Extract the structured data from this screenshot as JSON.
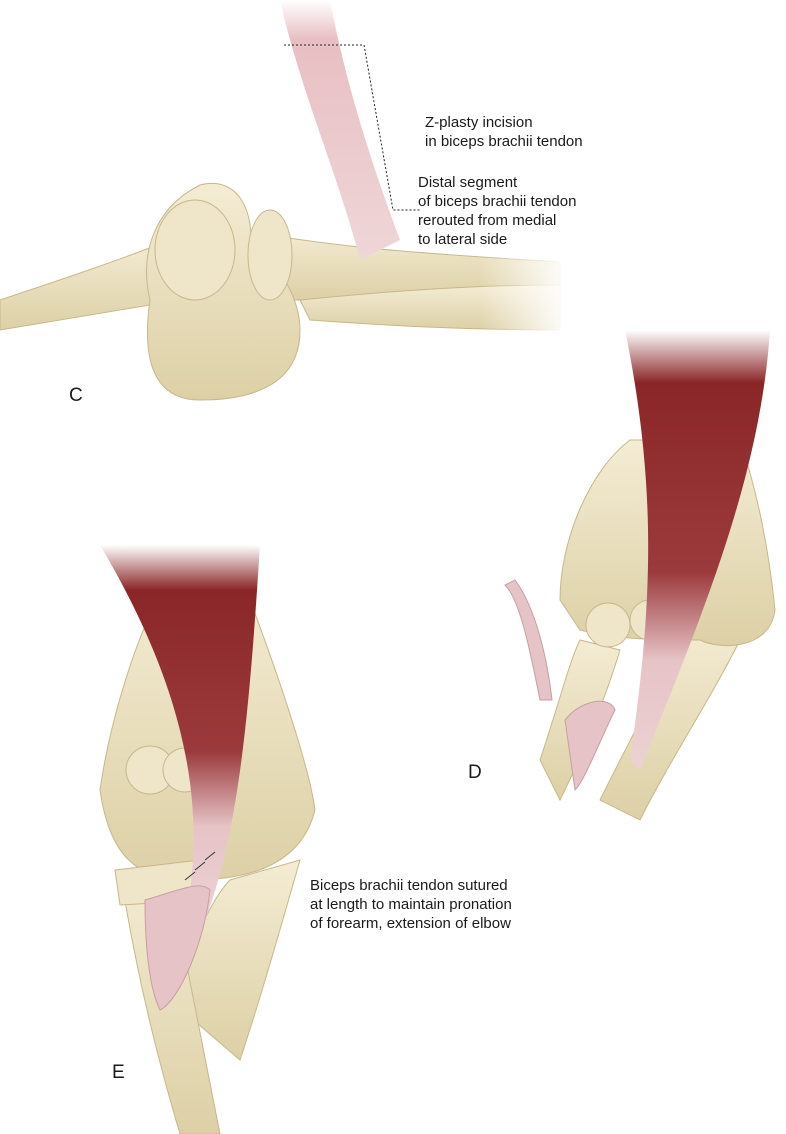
{
  "panels": {
    "c": {
      "letter": "C",
      "caption_lines": [
        "Z-plasty incision",
        "in biceps brachii tendon"
      ]
    },
    "d": {
      "letter": "D",
      "caption_lines": [
        "Distal segment",
        "of biceps brachii tendon",
        "rerouted from medial",
        "to lateral side"
      ]
    },
    "e": {
      "letter": "E",
      "caption_lines": [
        "Biceps brachii tendon sutured",
        "at length to maintain pronation",
        "of forearm, extension of elbow"
      ]
    }
  },
  "colors": {
    "bone": "#ede3c4",
    "bone_shadow": "#c7b78a",
    "muscle": "#8a2628",
    "tendon": "#e6c3c6"
  }
}
